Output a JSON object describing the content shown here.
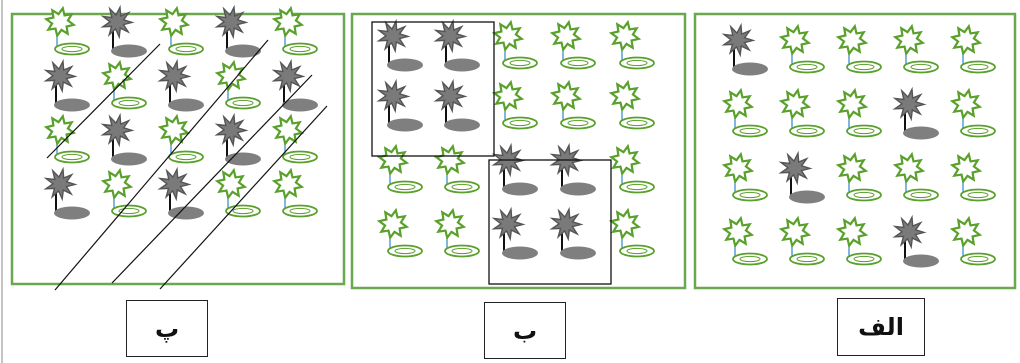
{
  "panels": [
    {
      "id": "pe",
      "label": "پ",
      "rows": [
        [
          "healthy",
          "infected",
          "healthy",
          "infected",
          "healthy"
        ],
        [
          "infected",
          "healthy",
          "infected",
          "healthy",
          "infected"
        ],
        [
          "healthy",
          "infected",
          "healthy",
          "infected",
          "healthy"
        ],
        [
          "infected",
          "healthy",
          "infected",
          "healthy",
          "healthy"
        ]
      ],
      "diagonal_lines": 4,
      "clusters": 0
    },
    {
      "id": "be",
      "label": "ب",
      "rows": [
        [
          "infected",
          "infected",
          "healthy",
          "healthy",
          "healthy"
        ],
        [
          "infected",
          "infected",
          "healthy",
          "healthy",
          "healthy"
        ],
        [
          "healthy",
          "healthy",
          "infected",
          "infected",
          "healthy"
        ],
        [
          "healthy",
          "healthy",
          "infected",
          "infected",
          "healthy"
        ]
      ],
      "diagonal_lines": 0,
      "clusters": 2
    },
    {
      "id": "alef",
      "label": "الف",
      "rows": [
        [
          "infected",
          "healthy",
          "healthy",
          "healthy",
          "healthy"
        ],
        [
          "healthy",
          "healthy",
          "healthy",
          "infected",
          "healthy"
        ],
        [
          "healthy",
          "infected",
          "healthy",
          "healthy",
          "healthy"
        ],
        [
          "healthy",
          "healthy",
          "healthy",
          "infected",
          "healthy"
        ]
      ],
      "diagonal_lines": 0,
      "clusters": 0
    }
  ],
  "colors": {
    "healthy": "#5aa02c",
    "infected_plant": "#7a7a7a",
    "infected_stem": "#111111",
    "healthy_stem": "#3b8fd0",
    "panel_border": "#6aa84f",
    "shadow": "#7f7f7f"
  },
  "icons": {
    "healthy": "healthy-plant-icon",
    "infected": "infected-plant-icon"
  }
}
